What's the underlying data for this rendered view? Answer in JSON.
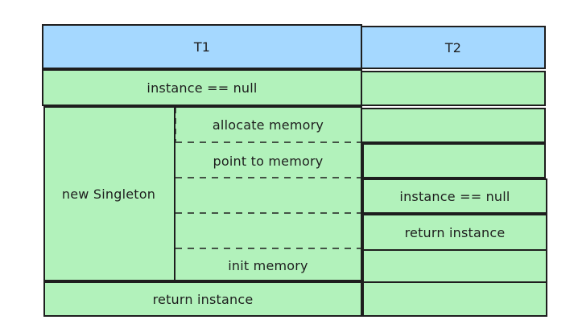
{
  "colors": {
    "header_fill": "#a5d8ff",
    "body_fill": "#b2f2bb",
    "stroke": "#1e1e1e"
  },
  "header": {
    "t1": "T1",
    "t2": "T2"
  },
  "t1": {
    "check_null": "instance == null",
    "new_singleton": "new Singleton",
    "steps": {
      "allocate": "allocate memory",
      "point": "point to memory",
      "init": "init memory"
    },
    "return_instance": "return instance"
  },
  "t2": {
    "check_null": "instance == null",
    "return_instance": "return instance"
  }
}
